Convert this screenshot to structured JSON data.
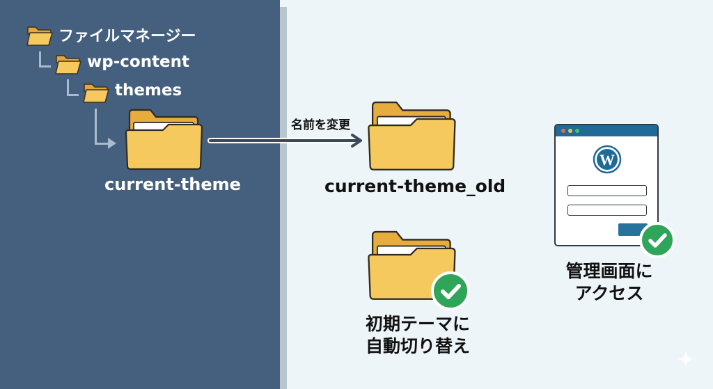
{
  "tree": {
    "root": {
      "label": "ファイルマネージー",
      "icon": "folder-icon"
    },
    "level1": {
      "label": "wp-content",
      "icon": "folder-icon"
    },
    "level2": {
      "label": "themes",
      "icon": "folder-icon"
    },
    "current": {
      "label": "current-theme",
      "icon": "open-folder-icon"
    }
  },
  "rename": {
    "arrow_label": "名前を変更",
    "result_label": "current-theme_old"
  },
  "default_theme": {
    "line1": "初期テーマに",
    "line2": "自動切り替え"
  },
  "admin": {
    "line1": "管理画面に",
    "line2": "アクセス"
  },
  "colors": {
    "left_panel": "#45607f",
    "right_panel": "#eef5f9",
    "folder": "#f5c85c",
    "check": "#2fa55a",
    "wp_blue": "#1f6a96"
  }
}
